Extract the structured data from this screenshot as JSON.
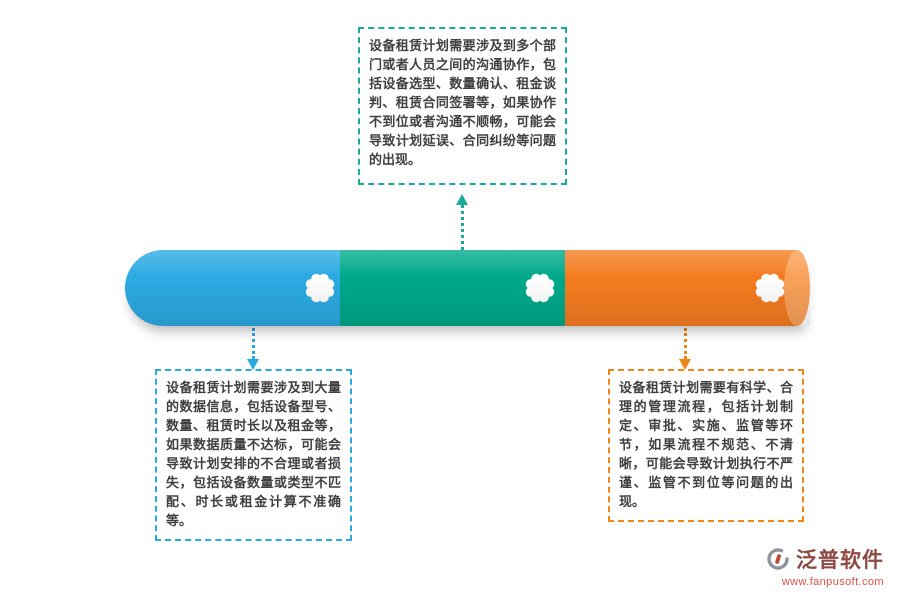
{
  "callouts": {
    "top": {
      "text": "设备租赁计划需要涉及到多个部门或者人员之间的沟通协作，包括设备选型、数量确认、租金谈判、租赁合同签署等，如果协作不到位或者沟通不顺畅，可能会导致计划延误、合同纠纷等问题的出现。",
      "border_color": "#1CA99B"
    },
    "bottom_left": {
      "text": "设备租赁计划需要涉及到大量的数据信息，包括设备型号、数量、租赁时长以及租金等，如果数据质量不达标，可能会导致计划安排的不合理或者损失，包括设备数量或类型不匹配、时长或租金计算不准确等。",
      "border_color": "#2BAAE2"
    },
    "bottom_right": {
      "text": "设备租赁计划需要有科学、合理的管理流程，包括计划制定、审批、实施、监管等环节，如果流程不规范、不清晰，可能会导致计划执行不严谨、监管不到位等问题的出现。",
      "border_color": "#F08519"
    }
  },
  "pipeline": {
    "segments": [
      {
        "id": "segment-data",
        "color": "#2BAAE2"
      },
      {
        "id": "segment-collaboration",
        "color": "#00A98B"
      },
      {
        "id": "segment-process",
        "color": "#F47C20"
      }
    ],
    "end_cap_color": "#F9A158",
    "badge_icon": "seal-flower-icon"
  },
  "footer": {
    "brand": "泛普软件",
    "url": "www.fanpusoft.com",
    "brand_color": "#8C4A42",
    "url_color": "#D9534A"
  }
}
